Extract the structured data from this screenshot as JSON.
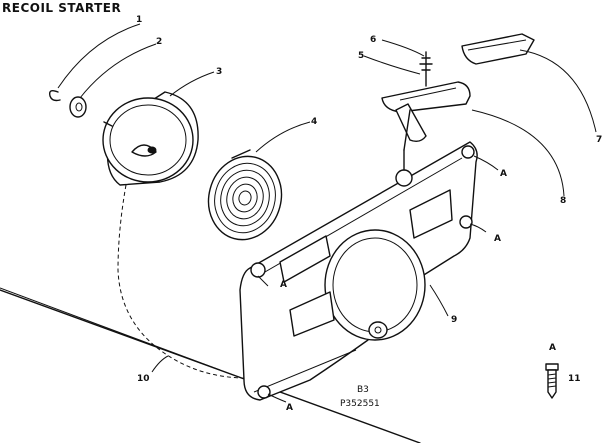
{
  "title": "RECOIL STARTER",
  "callouts": {
    "c1": "1",
    "c2": "2",
    "c3": "3",
    "c4": "4",
    "c5": "5",
    "c6": "6",
    "c7": "7",
    "c8": "8",
    "c9": "9",
    "c10": "10",
    "c11": "11"
  },
  "fastener_refs": {
    "a_top": "A",
    "a_right": "A",
    "a_left": "A",
    "a_bottom": "A",
    "legend": "A"
  },
  "drawing_code": {
    "line1": "B3",
    "line2": "P352551"
  }
}
